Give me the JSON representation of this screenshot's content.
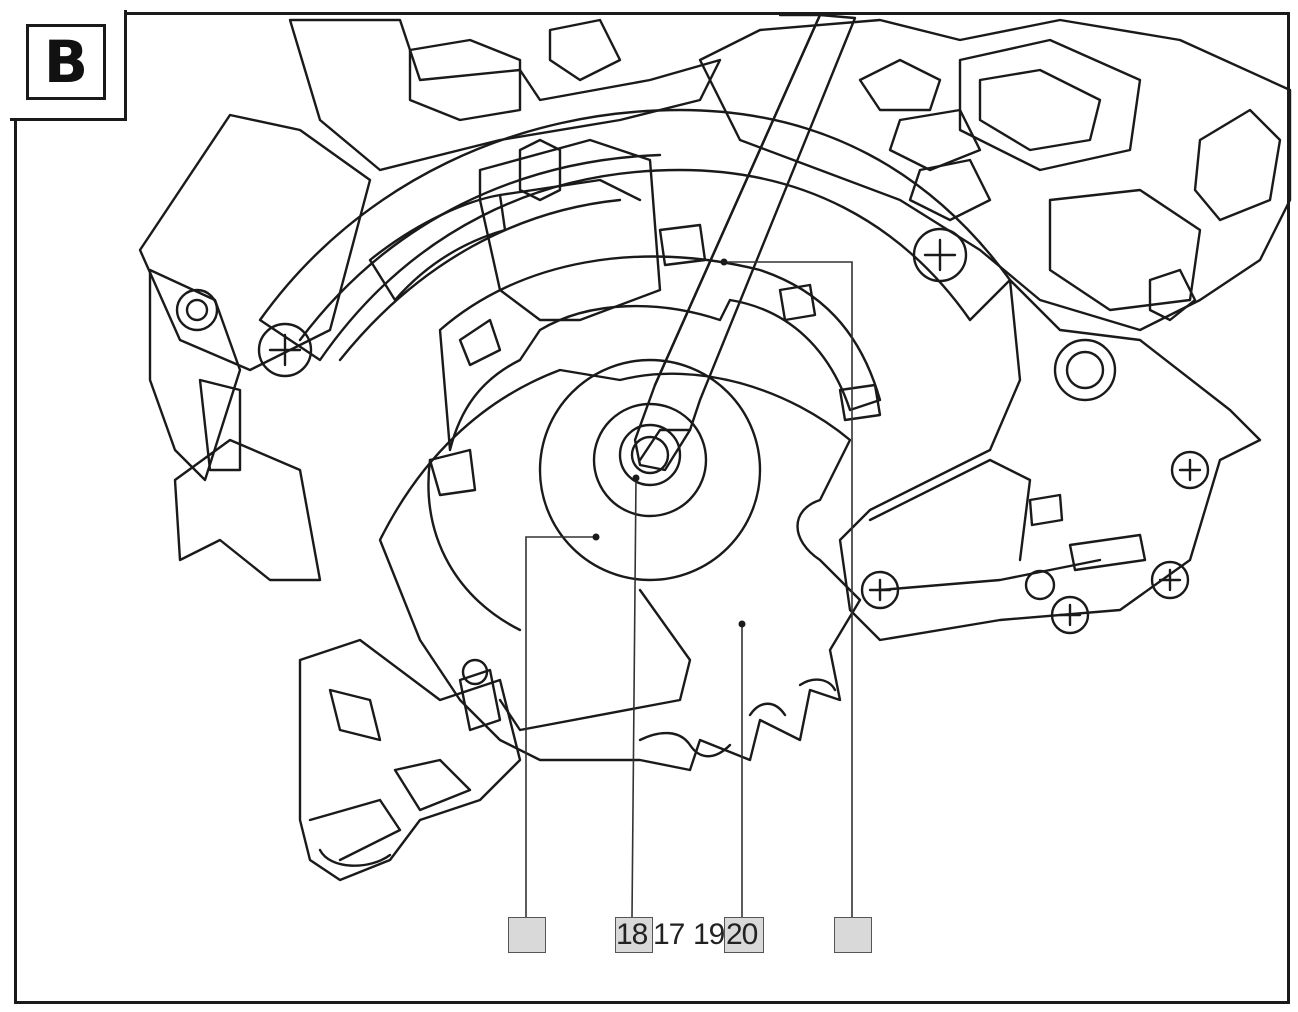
{
  "figure": {
    "panel_letter": "B"
  },
  "callouts": [
    {
      "id": "blank-a",
      "label": ""
    },
    {
      "id": "c18",
      "label": "18"
    },
    {
      "id": "c17",
      "label": "17"
    },
    {
      "id": "c19",
      "label": "19"
    },
    {
      "id": "c20",
      "label": "20"
    },
    {
      "id": "blank-b",
      "label": ""
    }
  ],
  "colors": {
    "line": "#1a1a1a",
    "callout_fill": "#d9d9d9",
    "background": "#ffffff"
  }
}
